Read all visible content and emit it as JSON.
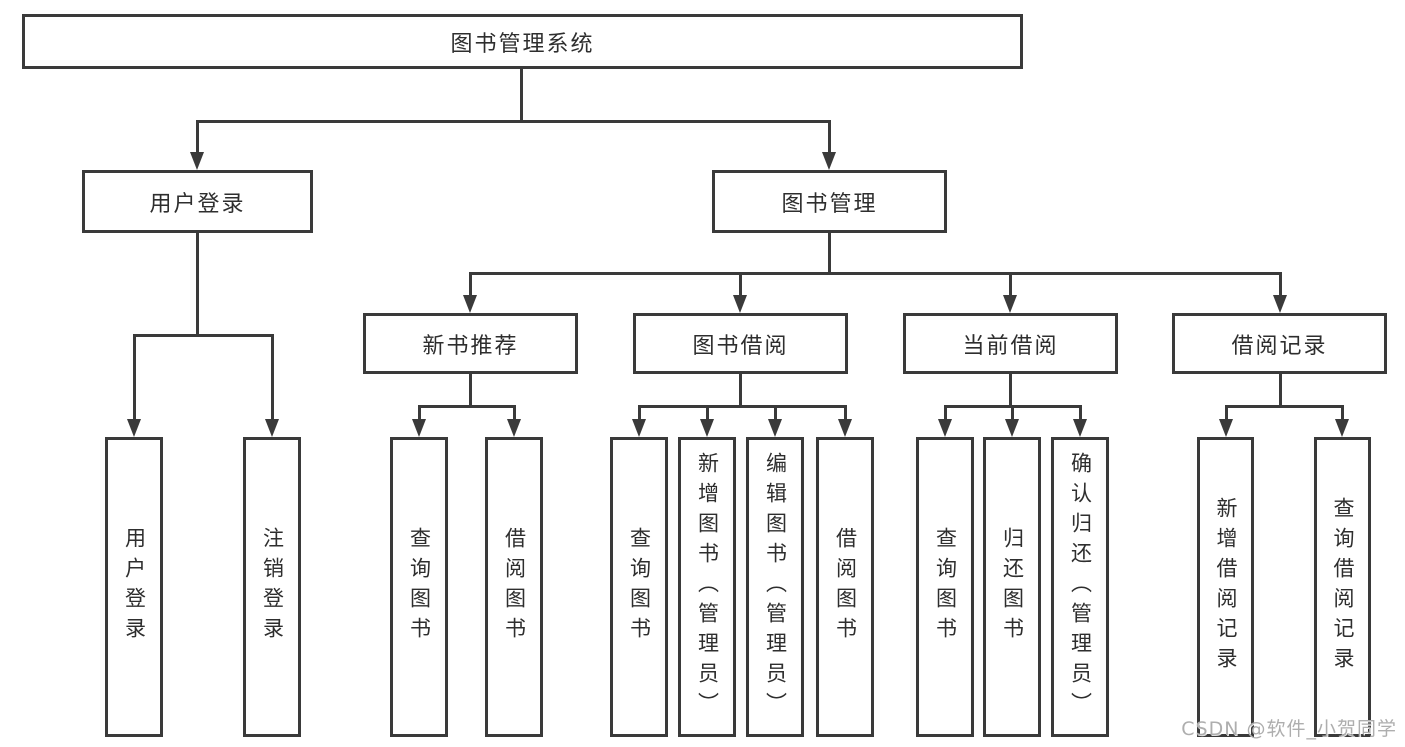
{
  "tree": {
    "label": "图书管理系统",
    "children": [
      {
        "label": "用户登录",
        "children": [
          {
            "label": "用户登录"
          },
          {
            "label": "注销登录"
          }
        ]
      },
      {
        "label": "图书管理",
        "children": [
          {
            "label": "新书推荐",
            "children": [
              {
                "label": "查询图书"
              },
              {
                "label": "借阅图书"
              }
            ]
          },
          {
            "label": "图书借阅",
            "children": [
              {
                "label": "查询图书"
              },
              {
                "label": "新增图书（管理员）"
              },
              {
                "label": "编辑图书（管理员）"
              },
              {
                "label": "借阅图书"
              }
            ]
          },
          {
            "label": "当前借阅",
            "children": [
              {
                "label": "查询图书"
              },
              {
                "label": "归还图书"
              },
              {
                "label": "确认归还（管理员）"
              }
            ]
          },
          {
            "label": "借阅记录",
            "children": [
              {
                "label": "新增借阅记录"
              },
              {
                "label": "查询借阅记录"
              }
            ]
          }
        ]
      }
    ]
  },
  "watermark": {
    "text": "CSDN @软件_小贺同学"
  },
  "colors": {
    "line": "#3a3a3a",
    "text": "#2e2e2e",
    "background": "#ffffff",
    "watermark": "#aeaeae"
  }
}
